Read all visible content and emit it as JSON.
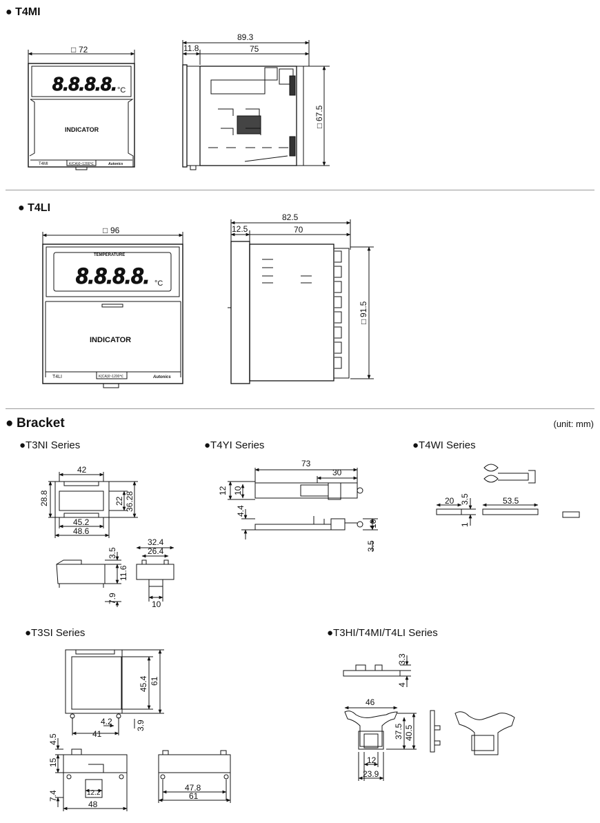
{
  "sections": {
    "t4mi": {
      "heading": "T4MI"
    },
    "t4li": {
      "heading": "T4LI"
    },
    "bracket": {
      "heading": "Bracket",
      "unit": "(unit: mm)"
    }
  },
  "t4mi": {
    "front": {
      "width_dim": "72",
      "digits": "8.8.8.8.",
      "unit_symbol": "°C",
      "label": "INDICATOR",
      "model": "T4MI",
      "sensor": "K(CA)0~1200℃",
      "brand": "Autonics"
    },
    "side": {
      "total": "89.3",
      "front_depth": "11.8",
      "body_depth": "75",
      "height": "67.5"
    }
  },
  "t4li": {
    "front": {
      "width_dim": "96",
      "display_title": "TEMPERATURE",
      "digits": "8.8.8.8.",
      "unit_symbol": "°C",
      "label": "INDICATOR",
      "model": "T4LI",
      "sensor": "K(CA)0~1200℃",
      "brand": "Autonics"
    },
    "side": {
      "total": "82.5",
      "front_depth": "12.5",
      "body_depth": "70",
      "height": "91.5"
    }
  },
  "brackets": {
    "t3ni": {
      "title": "●T3NI Series",
      "d42": "42",
      "d28_8": "28.8",
      "d22": "22",
      "d36_28": "36.28",
      "d45_2": "45.2",
      "d48_6": "48.6",
      "d3_5": "3.5",
      "d11_6": "11.6",
      "d7_9": "7.9",
      "d32_4": "32.4",
      "d26_4": "26.4",
      "d10": "10"
    },
    "t4yi": {
      "title": "●T4YI Series",
      "d73": "73",
      "d30": "30",
      "d12": "12",
      "d10": "10",
      "d4_4": "4.4",
      "d10b": "10",
      "d3_5": "3.5"
    },
    "t4wi": {
      "title": "●T4WI Series",
      "d20": "20",
      "d3_5": "3.5",
      "d1": "1",
      "d53_5": "53.5"
    },
    "t3si": {
      "title": "●T3SI Series",
      "d45_4": "45.4",
      "d61": "61",
      "d4_2": "4.2",
      "d41": "41",
      "d3_9": "3.9",
      "d4_5": "4.5",
      "d15": "15",
      "d7_4": "7.4",
      "d12_2": "12.2",
      "d48": "48",
      "d47_8": "47.8",
      "d61b": "61"
    },
    "t3hi": {
      "title": "●T3HI/T4MI/T4LI Series",
      "d3_3": "3.3",
      "d4": "4",
      "d46": "46",
      "d37_5": "37.5",
      "d40_5": "40.5",
      "d12": "12",
      "d23_9": "23.9"
    }
  }
}
